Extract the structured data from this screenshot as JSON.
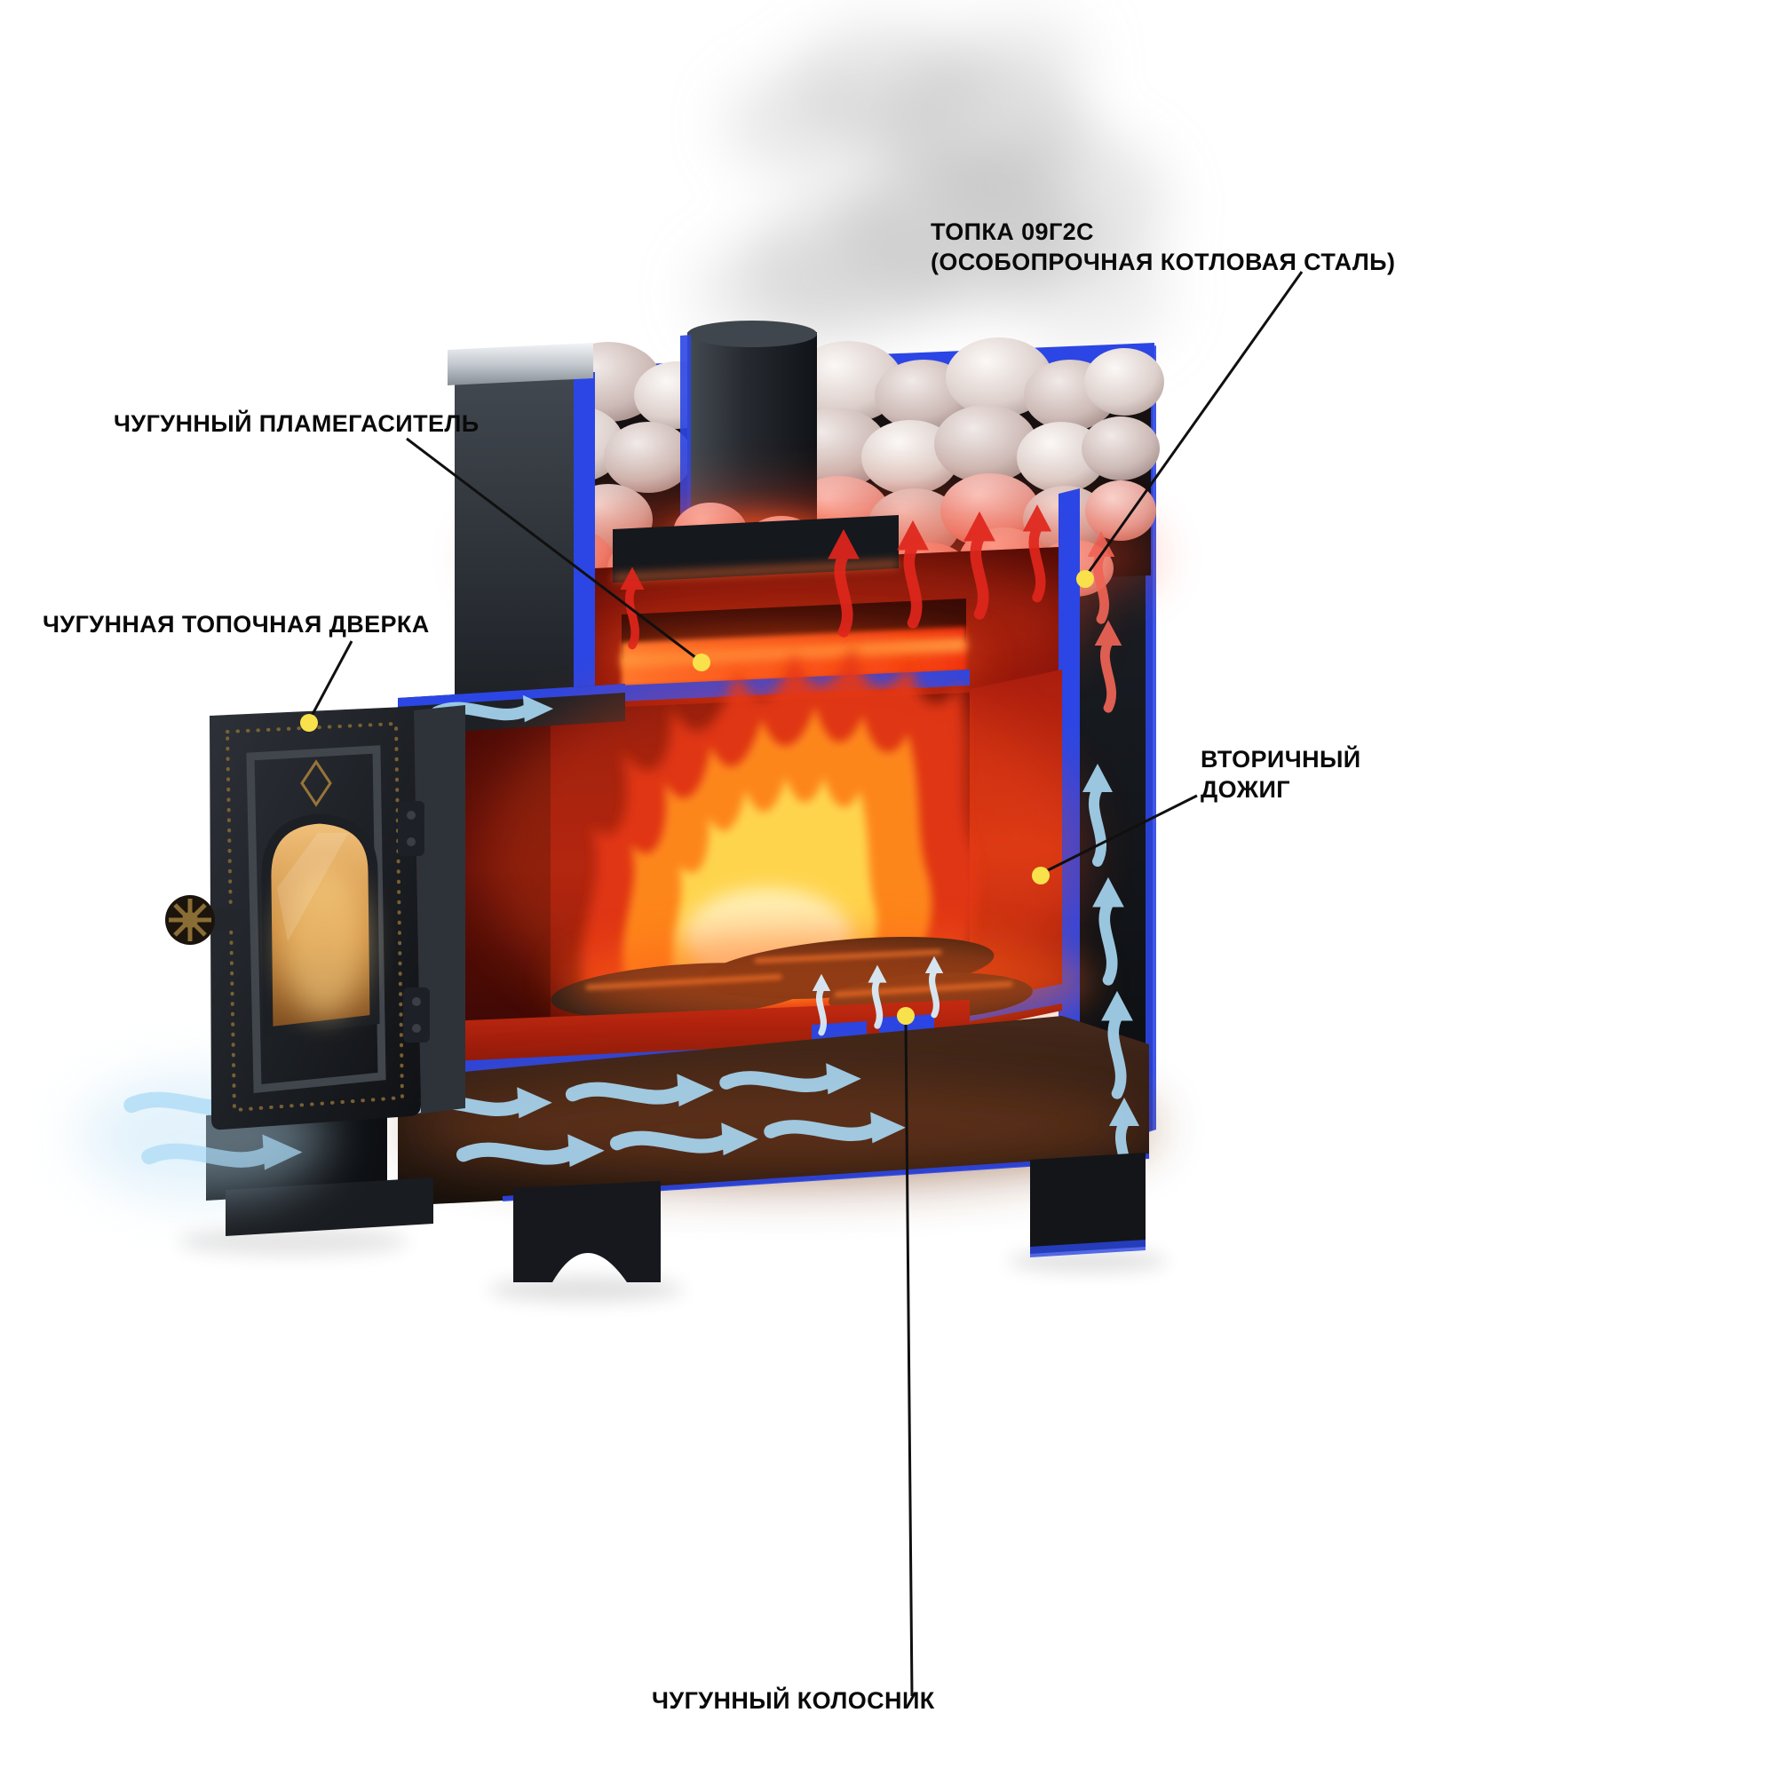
{
  "diagram": {
    "labels": {
      "firebox_steel_line1": "ТОПКА 09Г2С",
      "firebox_steel_line2": "(ОСОБОПРОЧНАЯ КОТЛОВАЯ СТАЛЬ)",
      "flame_damper": "ЧУГУННЫЙ ПЛАМЕГАСИТЕЛЬ",
      "furnace_door": "ЧУГУННАЯ ТОПОЧНАЯ ДВЕРКА",
      "secondary_burn_line1": "ВТОРИЧНЫЙ",
      "secondary_burn_line2": "ДОЖИГ",
      "grate": "ЧУГУННЫЙ КОЛОСНИК"
    },
    "colors": {
      "cut_edge_blue": "#2b46e4",
      "marker_yellow": "#f8e14b",
      "label_text": "#0a0a0a",
      "hot_arrow_red": "#e0261c",
      "cold_arrow_blue": "#a9d9f5",
      "fire_core_yellow": "#ffd44d",
      "background": "#ffffff"
    }
  }
}
